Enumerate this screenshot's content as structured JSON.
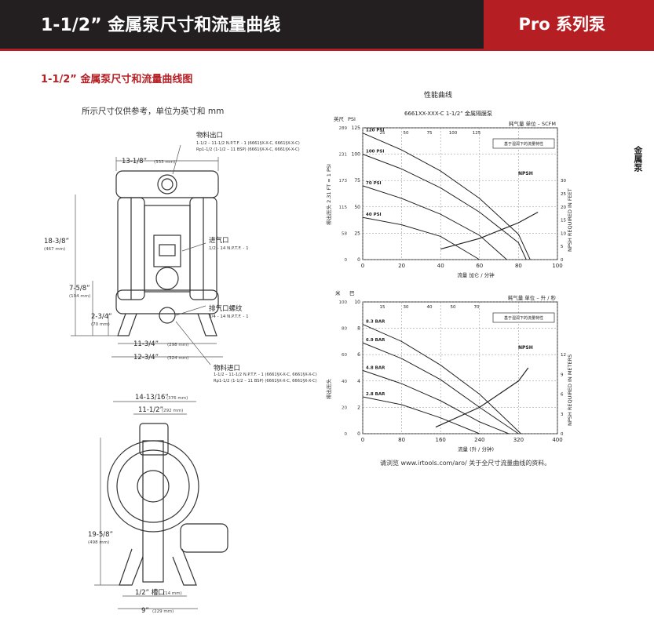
{
  "header": {
    "title": "1-1/2” 金属泵尺寸和流量曲线",
    "series": "Pro 系列泵",
    "colors": {
      "dark": "#231f20",
      "accent": "#b51f24"
    }
  },
  "section_title": "1-1/2” 金属泵尺寸和流量曲线图",
  "dimension_note": "所示尺寸仅供参考，单位为英寸和 mm",
  "side_tab": "金属泵",
  "drawing": {
    "material_outlet": {
      "title": "物料出口",
      "line1": "1-1/2 – 11-1/2 N.P.T.F. - 1 (6661§X-X-C, 6661§X-X-C)",
      "line2": "Rp1-1/2 (1-1/2 – 11 BSP) (6661§X-X-C, 6661§X-X-C)"
    },
    "air_inlet": {
      "title": "进气口",
      "spec": "1/2 - 14 N.P.T.F. - 1"
    },
    "exhaust": {
      "title": "排气口螺纹",
      "spec": "3/4 - 14 N.P.T.F. - 1"
    },
    "material_inlet": {
      "title": "物料进口",
      "line1": "1-1/2 – 11-1/2 N.P.T.F. - 1 (6661§X-X-C, 6661§X-X-C)",
      "line2": "Rp1-1/2 (1-1/2 – 11 BSP) (6661§X-X-C, 6661§X-X-C)"
    },
    "dims_front": [
      {
        "label": "13-1/8”",
        "mm": "(333 mm)"
      },
      {
        "label": "18-3/8”",
        "mm": "(467 mm)"
      },
      {
        "label": "7-5/8”",
        "mm": "(194 mm)"
      },
      {
        "label": "2-3/4”",
        "mm": "(70 mm)"
      },
      {
        "label": "11-3/4”",
        "mm": "(298 mm)"
      },
      {
        "label": "12-3/4”",
        "mm": "(324 mm)"
      }
    ],
    "dims_side": [
      {
        "label": "14-13/16”",
        "mm": "(376 mm)"
      },
      {
        "label": "11-1/2”",
        "mm": "(292 mm)"
      },
      {
        "label": "19-5/8”",
        "mm": "(498 mm)"
      },
      {
        "label": "1/2” 槽口",
        "mm": "(14 mm)"
      },
      {
        "label": "9”",
        "mm": "(229 mm)"
      }
    ]
  },
  "charts_header": {
    "title": "性能曲线",
    "model": "6661XX-XXX-C  1-1/2” 金属隔膜泵"
  },
  "chart_data": [
    {
      "type": "line",
      "title": "",
      "xlabel": "流量 加仑 / 分钟",
      "ylabel": "排出压头 2.31 FT = 1 PSI",
      "unit_left_ft": "英尺",
      "unit_left_psi": "PSI",
      "air_label": "耗气量  单位 – SCFM",
      "legend_box": "基于湿润下的流量特性",
      "right_label": "NPSH REQUIRED IN FEET",
      "npsh_label": "NPSH",
      "xlim": [
        0,
        100
      ],
      "ylim_psi": [
        0,
        125
      ],
      "x_ticks": [
        "0",
        "20",
        "40",
        "60",
        "80",
        "100"
      ],
      "psi_ticks": [
        "0",
        "25",
        "50",
        "75",
        "100",
        "125"
      ],
      "ft_ticks": [
        "0",
        "58",
        "115",
        "173",
        "231",
        "289"
      ],
      "top_ticks": [
        "25",
        "50",
        "75",
        "100",
        "125"
      ],
      "npsh_ticks": [
        "0",
        "5",
        "10",
        "15",
        "20",
        "25",
        "30"
      ],
      "series": [
        {
          "name": "120 PSI",
          "x": [
            0,
            20,
            40,
            60,
            80,
            86
          ],
          "y": [
            120,
            104,
            84,
            58,
            24,
            0
          ]
        },
        {
          "name": "100 PSI",
          "x": [
            0,
            20,
            40,
            60,
            80,
            84
          ],
          "y": [
            100,
            86,
            68,
            45,
            16,
            0
          ]
        },
        {
          "name": "70 PSI",
          "x": [
            0,
            20,
            40,
            60,
            74
          ],
          "y": [
            70,
            58,
            43,
            23,
            0
          ]
        },
        {
          "name": "40 PSI",
          "x": [
            0,
            20,
            40,
            60
          ],
          "y": [
            40,
            33,
            22,
            0
          ]
        }
      ],
      "npsh": {
        "x": [
          40,
          60,
          80,
          90
        ],
        "y_ft": [
          4,
          8,
          14,
          18
        ]
      }
    },
    {
      "type": "line",
      "title": "",
      "xlabel": "流量 (升 / 分钟)",
      "ylabel": "排出压头",
      "unit_left_m": "米",
      "unit_left_bar": "巴",
      "air_label": "耗气量  单位 – 升 / 秒",
      "legend_box": "基于湿润下的流量特性",
      "right_label": "NPSH REQUIRED IN METERS",
      "npsh_label": "NPSH",
      "xlim": [
        0,
        400
      ],
      "ylim_bar": [
        0,
        10
      ],
      "x_ticks": [
        "0",
        "80",
        "160",
        "240",
        "320",
        "400"
      ],
      "bar_ticks": [
        "0",
        "2",
        "4",
        "6",
        "8",
        "10"
      ],
      "m_ticks": [
        "0",
        "20",
        "40",
        "60",
        "80",
        "100"
      ],
      "top_ticks": [
        "15",
        "30",
        "40",
        "50",
        "70"
      ],
      "npsh_ticks": [
        "0",
        "3",
        "6",
        "9",
        "12"
      ],
      "series": [
        {
          "name": "8.3 BAR",
          "x": [
            0,
            80,
            160,
            240,
            325
          ],
          "y": [
            8.3,
            7.0,
            5.2,
            3.0,
            0
          ]
        },
        {
          "name": "6.9 BAR",
          "x": [
            0,
            80,
            160,
            240,
            320
          ],
          "y": [
            6.9,
            5.7,
            4.1,
            2.0,
            0
          ]
        },
        {
          "name": "4.8 BAR",
          "x": [
            0,
            80,
            160,
            240,
            300
          ],
          "y": [
            4.8,
            3.8,
            2.5,
            0.9,
            0
          ]
        },
        {
          "name": "2.8 BAR",
          "x": [
            0,
            80,
            160,
            240
          ],
          "y": [
            2.8,
            2.2,
            1.2,
            0
          ]
        }
      ],
      "npsh": {
        "x": [
          150,
          240,
          320,
          340
        ],
        "y_m": [
          1,
          4,
          8,
          10
        ]
      }
    }
  ],
  "footer": "请浏览 www.irtools.com/aro/ 关于全尺寸流量曲线的资料。"
}
